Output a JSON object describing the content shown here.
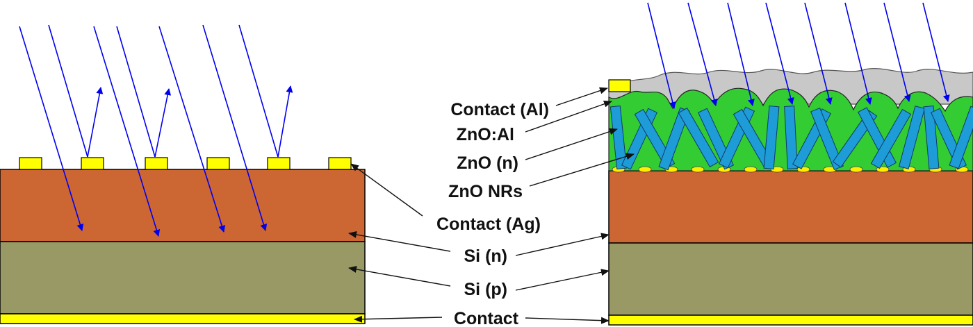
{
  "labels": {
    "contact_al": "Contact (Al)",
    "zno_al": "ZnO:Al",
    "zno_n": "ZnO (n)",
    "zno_nrs": "ZnO NRs",
    "contact_ag": "Contact (Ag)",
    "si_n": "Si (n)",
    "si_p": "Si (p)",
    "contact": "Contact"
  },
  "colors": {
    "si_n": "#cc6633",
    "si_p": "#999966",
    "contact": "#ffff00",
    "zno_al": "#33cc33",
    "zno_nrs": "#1e9cd8",
    "contact_al_layer": "#c8c8c8",
    "light_ray": "#0000ee",
    "leader_line": "#111111"
  }
}
